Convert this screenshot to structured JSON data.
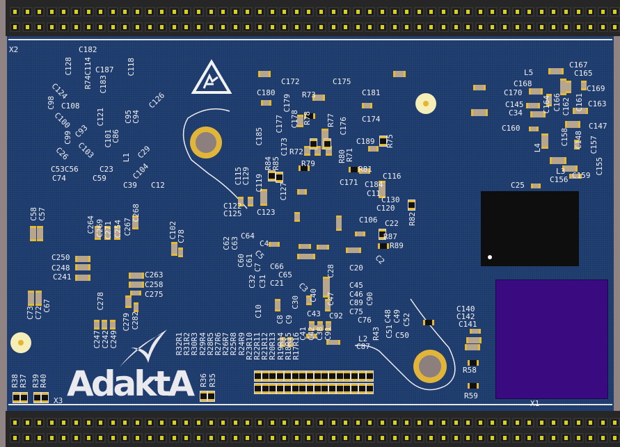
{
  "board": {
    "logo_text": "AdaktA",
    "board_color": "#1c3a6c",
    "connectors": [
      "X2",
      "X3",
      "X1"
    ],
    "icons": [
      "esd-warning-icon",
      "logo-swoosh-icon"
    ]
  },
  "labels": {
    "top_left": [
      "C182",
      "C128",
      "R74C114",
      "C187",
      "C183",
      "C118",
      "C124",
      "C108",
      "C98",
      "C100",
      "C121",
      "C95",
      "C94",
      "C126",
      "C99",
      "C93",
      "C101",
      "C86",
      "C26",
      "C103",
      "C29",
      "L1",
      "C104",
      "C53C56",
      "C23",
      "C74",
      "C59",
      "C39",
      "C12"
    ],
    "center_top": [
      "C172",
      "C175",
      "C180",
      "R73",
      "C181",
      "R78",
      "R77",
      "C179",
      "C177",
      "C178",
      "C174",
      "C176",
      "C189",
      "R75",
      "C185",
      "R72",
      "C173",
      "R79",
      "R80",
      "R71",
      "R81",
      "C116",
      "C171",
      "C184",
      "C115",
      "C129",
      "C119",
      "R84",
      "R85",
      "C127",
      "C11",
      "C130",
      "C120",
      "C122",
      "C125",
      "C123",
      "R82",
      "C106",
      "C22",
      "R87",
      "R89"
    ],
    "right": [
      "L5",
      "C167",
      "C165",
      "C168",
      "C169",
      "C170",
      "C163",
      "C145",
      "C34",
      "C147",
      "C160",
      "C164",
      "C166",
      "C162",
      "C161",
      "C158",
      "C148",
      "C157",
      "C155",
      "L4",
      "L3",
      "C156",
      "C159",
      "C25"
    ],
    "center_lower": [
      "C62",
      "C63",
      "C64",
      "C4",
      "C5",
      "C60",
      "C61",
      "C7",
      "C66",
      "C65",
      "C21",
      "C32",
      "C31",
      "C20",
      "C28",
      "C45",
      "C46",
      "C89",
      "C75",
      "C90",
      "C47",
      "C40",
      "C3",
      "C2",
      "C10",
      "C30",
      "C43",
      "C92",
      "C76",
      "C8",
      "C9",
      "C41",
      "C42",
      "C38",
      "C91",
      "L2",
      "C87",
      "R43",
      "C48",
      "C49",
      "C51",
      "C52",
      "C50",
      "C140",
      "C142",
      "C141",
      "R58",
      "R59"
    ],
    "left_lower": [
      "C58",
      "C57",
      "C264",
      "C269",
      "C271",
      "C254",
      "C267",
      "C268",
      "C102",
      "C78",
      "C250",
      "C248",
      "C241",
      "C263",
      "C258",
      "C275",
      "C73",
      "C72",
      "C67",
      "C278",
      "C279",
      "C282",
      "C247",
      "C242",
      "C249",
      "R38",
      "R37",
      "R39",
      "R40",
      "R36",
      "R35"
    ],
    "resistor_array": [
      "R32R1",
      "R31R2",
      "R30R3",
      "R29R4",
      "R28R5",
      "R27R6",
      "R26R7",
      "R25R8",
      "R24R9",
      "R23R10",
      "R22R11",
      "R21R12",
      "R20R13",
      "R19R14",
      "R18R15",
      "R17R16"
    ]
  }
}
